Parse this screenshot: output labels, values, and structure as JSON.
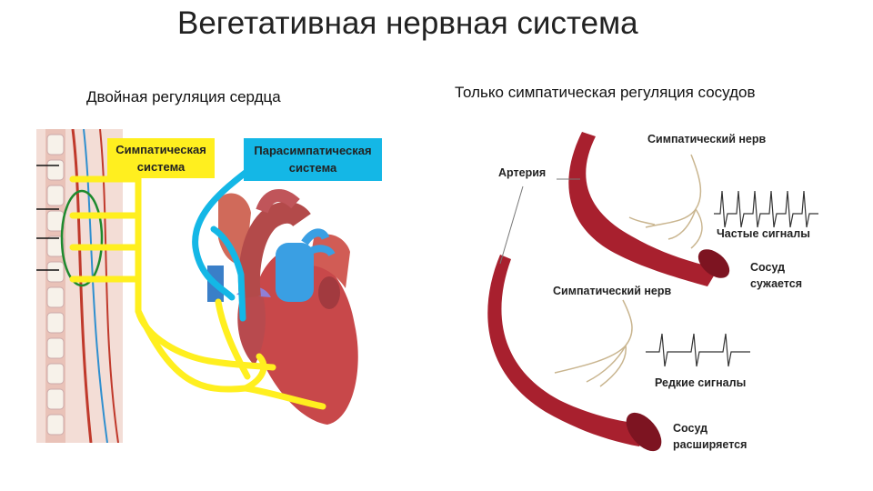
{
  "title": "Вегетативная нервная система",
  "left": {
    "heading": "Двойная регуляция сердца",
    "sympathetic_label": [
      "Симпатическая",
      "система"
    ],
    "parasympathetic_label": [
      "Парасимпатическая",
      "система"
    ]
  },
  "right": {
    "heading": "Только симпатическая регуляция сосудов",
    "artery_label": "Артерия",
    "nerve_label_top": "Симпатический нерв",
    "frequent_signals": "Частые сигналы",
    "vessel_narrows": [
      "Сосуд",
      "сужается"
    ],
    "nerve_label_bottom": "Симпатический нерв",
    "rare_signals": "Редкие сигналы",
    "vessel_widens": [
      "Сосуд",
      "расширяется"
    ]
  },
  "colors": {
    "sympathetic": "#ffef1f",
    "parasympathetic": "#14b7e6",
    "artery": "#a8202e",
    "heart": "#c8484a"
  }
}
